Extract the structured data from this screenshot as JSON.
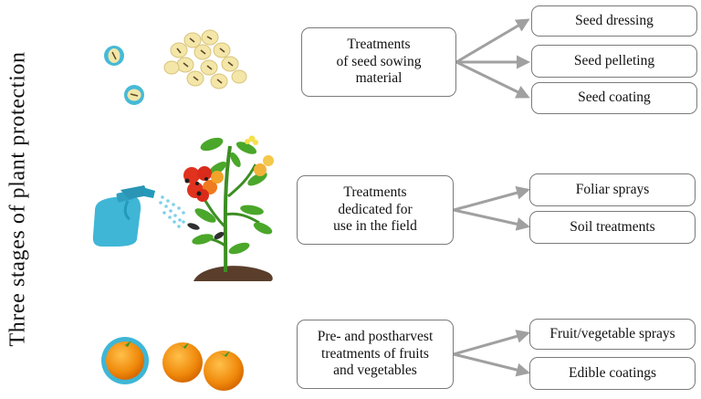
{
  "title": "Three stages of plant protection",
  "stages": [
    {
      "label": "Treatments\nof seed sowing\nmaterial",
      "methods": [
        "Seed dressing",
        "Seed pelleting",
        "Seed coating"
      ]
    },
    {
      "label": "Treatments\ndedicated for\nuse in the field",
      "methods": [
        "Foliar sprays",
        "Soil treatments"
      ]
    },
    {
      "label": "Pre- and postharvest\ntreatments of fruits\nand vegetables",
      "methods": [
        "Fruit/vegetable sprays",
        "Edible coatings"
      ]
    }
  ],
  "colors": {
    "arrow": "#a0a0a0",
    "border": "#7a7a7a",
    "seed_fill": "#f3e6a8",
    "coating": "#3fb6d6",
    "orange": "#f08a0c",
    "leaf": "#3d9b22"
  }
}
